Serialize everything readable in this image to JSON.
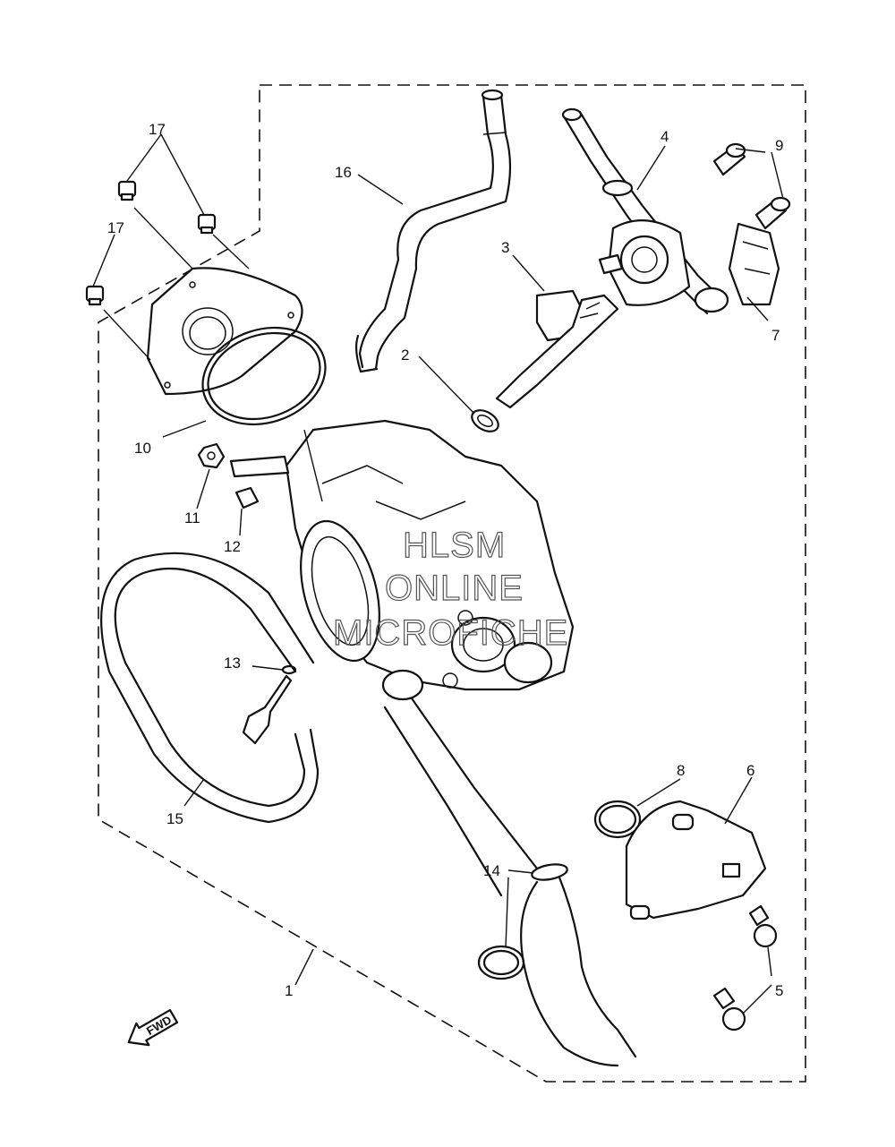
{
  "callouts": [
    {
      "id": "c1",
      "label": "1"
    },
    {
      "id": "c2",
      "label": "2"
    },
    {
      "id": "c3",
      "label": "3"
    },
    {
      "id": "c4",
      "label": "4"
    },
    {
      "id": "c5",
      "label": "5"
    },
    {
      "id": "c6",
      "label": "6"
    },
    {
      "id": "c7",
      "label": "7"
    },
    {
      "id": "c8",
      "label": "8"
    },
    {
      "id": "c9",
      "label": "9"
    },
    {
      "id": "c10",
      "label": "10"
    },
    {
      "id": "c11",
      "label": "11"
    },
    {
      "id": "c12",
      "label": "12"
    },
    {
      "id": "c13",
      "label": "13"
    },
    {
      "id": "c14",
      "label": "14"
    },
    {
      "id": "c15",
      "label": "15"
    },
    {
      "id": "c16",
      "label": "16"
    },
    {
      "id": "c17a",
      "label": "17"
    },
    {
      "id": "c17b",
      "label": "17"
    }
  ],
  "watermark": {
    "line1": "HLSM",
    "line2": "ONLINE",
    "line3": "MICROFICHE"
  },
  "fwd": {
    "label": "FWD"
  }
}
